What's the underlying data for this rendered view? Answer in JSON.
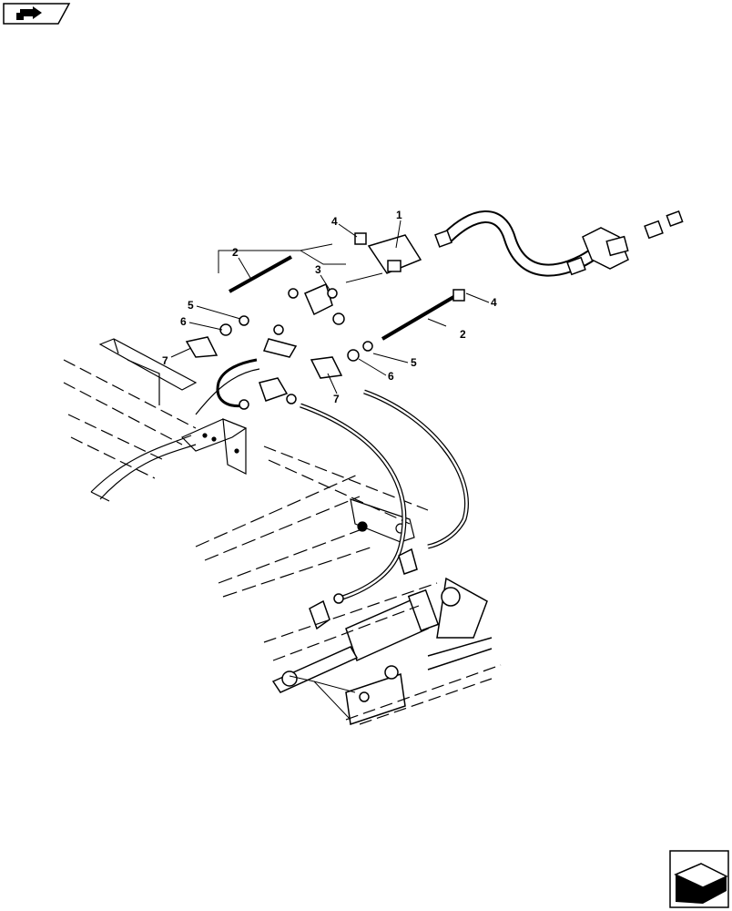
{
  "navigation": {
    "back_icon": "hand-pointing-icon",
    "forward_icon": "arrow-forward-icon"
  },
  "callouts": [
    {
      "id": "c1",
      "label": "1"
    },
    {
      "id": "c2a",
      "label": "2"
    },
    {
      "id": "c2b",
      "label": "2"
    },
    {
      "id": "c3",
      "label": "3"
    },
    {
      "id": "c4a",
      "label": "4"
    },
    {
      "id": "c4b",
      "label": "4"
    },
    {
      "id": "c5a",
      "label": "5"
    },
    {
      "id": "c5b",
      "label": "5"
    },
    {
      "id": "c6a",
      "label": "6"
    },
    {
      "id": "c6b",
      "label": "6"
    },
    {
      "id": "c7a",
      "label": "7"
    },
    {
      "id": "c7b",
      "label": "7"
    }
  ]
}
